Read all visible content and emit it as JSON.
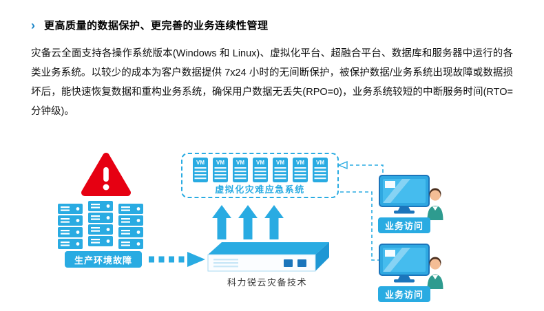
{
  "colors": {
    "accent_blue": "#29ABE2",
    "deep_blue": "#1B75BB",
    "alert_red": "#E60012",
    "person_body_teal": "#2E9B8F",
    "text_black": "#111111"
  },
  "heading": {
    "bullet": "›",
    "text": "更高质量的数据保护、更完善的业务连续性管理"
  },
  "paragraph": "灾备云全面支持各操作系统版本(Windows 和 Linux)、虚拟化平台、超融合平台、数据库和服务器中运行的各类业务系统。以较少的成本为客户数据提供 7x24 小时的无间断保护，被保护数据/业务系统出现故障或数据损坏后，能快速恢复数据和重构业务系统，确保用户数据无丢失(RPO=0)，业务系统较短的中断服务时间(RTO=分钟级)。",
  "diagram": {
    "production_label": "生产环境故障",
    "vm_box_label": "虚拟化灾难应急系统",
    "vm_icon_label": "VM",
    "appliance_label": "科力锐云灾备技术",
    "access_top_label": "业务访问",
    "access_bottom_label": "业务访问"
  },
  "icons": {
    "heading-bullet-icon": "chevron-right",
    "alert-triangle-icon": "red warning triangle with exclamation mark",
    "production-servers-icon": "three blue server towers",
    "vm-server-icon": "blue VM virtual-machine server block",
    "up-arrows-icon": "three blue upward block arrows",
    "backup-appliance-icon": "flat blue-top backup appliance",
    "monitor-icon": "blue desktop monitor",
    "person-icon": "user figure beside monitor",
    "connector-lines": "dashed blue connector lines with arrowheads"
  }
}
